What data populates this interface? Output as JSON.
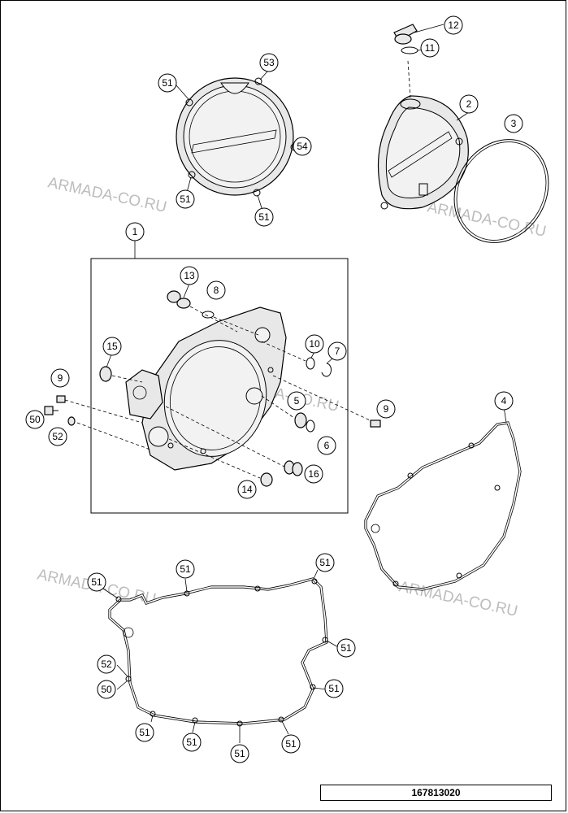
{
  "callouts": {
    "c1": "1",
    "c2": "2",
    "c3": "3",
    "c4": "4",
    "c5": "5",
    "c6": "6",
    "c7": "7",
    "c8": "8",
    "c9a": "9",
    "c9b": "9",
    "c10": "10",
    "c11": "11",
    "c12": "12",
    "c13": "13",
    "c14": "14",
    "c15": "15",
    "c16": "16",
    "c50a": "50",
    "c52a": "52",
    "c50b": "50",
    "c52b": "52",
    "c51a": "51",
    "c51b": "51",
    "c51c": "51",
    "c51d": "51",
    "c51e": "51",
    "c51f": "51",
    "c51g": "51",
    "c51h": "51",
    "c51i": "51",
    "c51j": "51",
    "c51k": "51",
    "c51l": "51",
    "c53": "53",
    "c54": "54"
  },
  "watermark": "ARMADA-CO.RU",
  "document_number": "167813020"
}
